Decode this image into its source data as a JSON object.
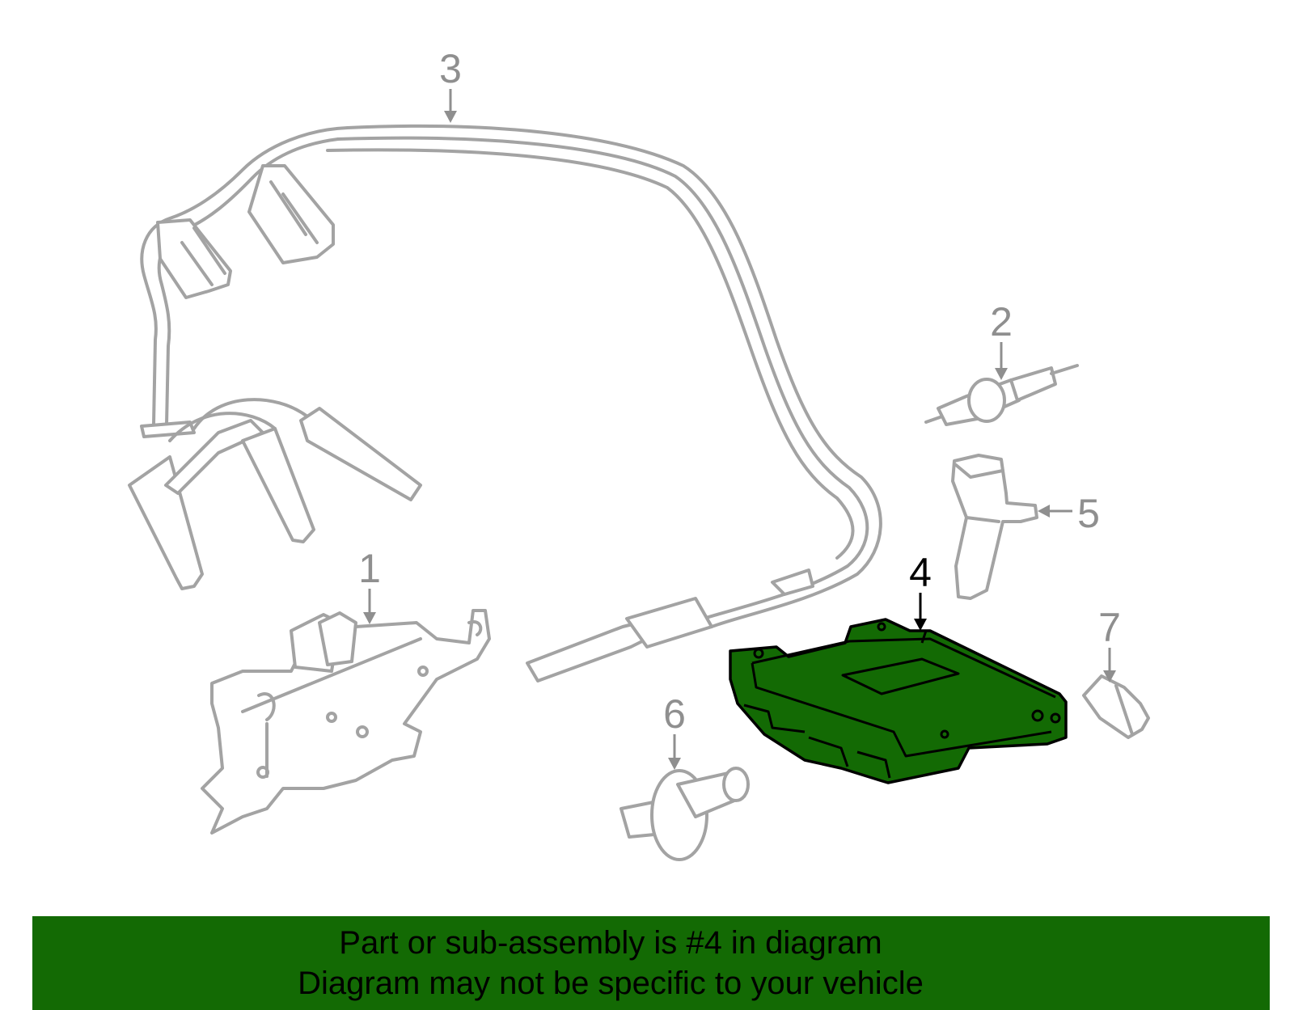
{
  "callouts": {
    "c1": "1",
    "c2": "2",
    "c3": "3",
    "c4": "4",
    "c5": "5",
    "c6": "6",
    "c7": "7"
  },
  "highlight": {
    "part_number": "4",
    "color": "#136a04"
  },
  "banner": {
    "line1": "Part or sub-assembly is #4 in diagram",
    "line2": "Diagram may not be specific to your vehicle",
    "background_color": "#136a04"
  },
  "colors": {
    "outline": "#a3a3a3",
    "callout_inactive": "#8f8f8f",
    "callout_active": "#000000"
  }
}
